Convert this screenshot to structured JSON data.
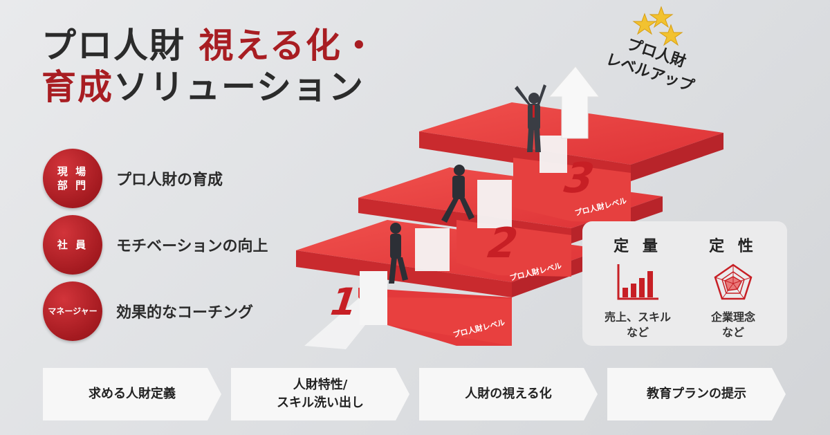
{
  "title": {
    "line1_a": "プロ人財",
    "line1_b": "視える化・",
    "line2_a": "育成",
    "line2_b": "ソリューション"
  },
  "badges": [
    {
      "circle": "現 場\n部 門",
      "text": "プロ人財の育成"
    },
    {
      "circle": "社 員",
      "text": "モチベーションの向上"
    },
    {
      "circle": "マネージャー",
      "text": "効果的なコーチング"
    }
  ],
  "stairs": {
    "steps": [
      {
        "number": "1",
        "label": "プロ人財レベル"
      },
      {
        "number": "2",
        "label": "プロ人財レベル"
      },
      {
        "number": "3",
        "label": "プロ人財レベル"
      }
    ],
    "levelup_line1": "プロ人財",
    "levelup_line2": "レベルアップ"
  },
  "metrics": {
    "quant_title": "定 量",
    "quant_desc": "売上、スキル\nなど",
    "qual_title": "定 性",
    "qual_desc": "企業理念\nなど"
  },
  "flow": [
    "求める人財定義",
    "人財特性/\nスキル洗い出し",
    "人財の視える化",
    "教育プランの提示"
  ],
  "colors": {
    "accent": "#a81d22",
    "step_red": "#e3393b"
  }
}
